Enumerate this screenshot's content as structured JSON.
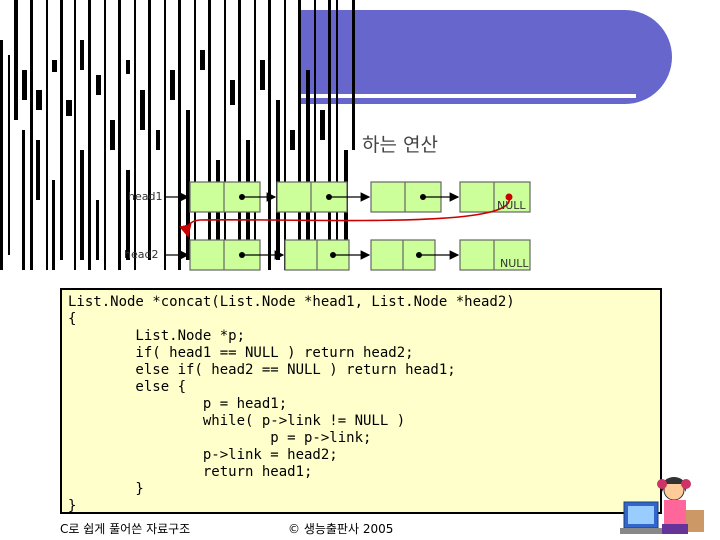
{
  "slide": {
    "subtitle": "하는 연산"
  },
  "diagram": {
    "head1_label": "head1",
    "head2_label": "head2",
    "null1_label": "NULL",
    "null2_label": "NULL",
    "node_fill": "#ccff99",
    "link_color": "#cc0000"
  },
  "code": {
    "lines": [
      "List.Node *concat(List.Node *head1, List.Node *head2)",
      "{",
      "        List.Node *p;",
      "        if( head1 == NULL ) return head2;",
      "        else if( head2 == NULL ) return head1;",
      "        else {",
      "                p = head1;",
      "                while( p->link != NULL )",
      "                        p = p->link;",
      "                p->link = head2;",
      "                return head1;",
      "        }",
      "}"
    ]
  },
  "footer": {
    "book_title": "C로 쉽게 풀어쓴 자료구조",
    "copyright": "© 생능출판사 2005"
  }
}
